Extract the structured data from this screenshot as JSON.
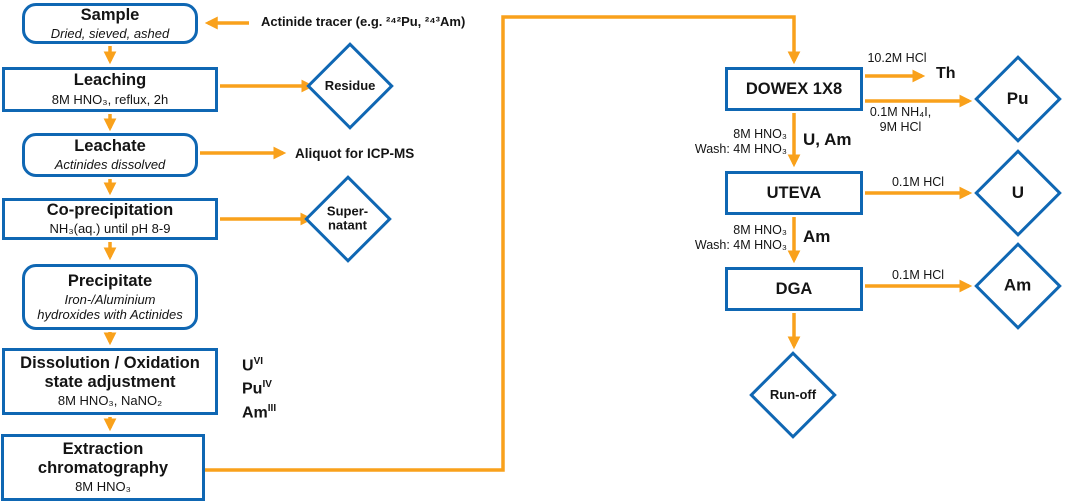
{
  "colors": {
    "border_blue": "#0f67b3",
    "arrow_orange": "#f9a11b",
    "text": "#141414"
  },
  "boxes": {
    "sample": {
      "title": "Sample",
      "subtitle": "Dried, sieved, ashed"
    },
    "leaching": {
      "title": "Leaching",
      "subtitle": "8M HNO₃, reflux, 2h"
    },
    "leachate": {
      "title": "Leachate",
      "subtitle": "Actinides dissolved"
    },
    "coprecipitation": {
      "title": "Co-precipitation",
      "subtitle": "NH₃(aq.) until pH 8-9"
    },
    "precipitate": {
      "title": "Precipitate",
      "subtitle_line1": "Iron-/Aluminium",
      "subtitle_line2": "hydroxides with Actinides"
    },
    "dissolution": {
      "title_line1": "Dissolution / Oxidation",
      "title_line2": "state adjustment",
      "subtitle": "8M HNO₃, NaNO₂"
    },
    "extraction": {
      "title_line1": "Extraction",
      "title_line2": "chromatography",
      "subtitle": "8M HNO₃"
    },
    "dowex": {
      "title": "DOWEX 1X8"
    },
    "uteva": {
      "title": "UTEVA"
    },
    "dga": {
      "title": "DGA"
    }
  },
  "diamonds": {
    "residue": {
      "label": "Residue"
    },
    "supernatant": {
      "line1": "Super-",
      "line2": "natant"
    },
    "pu": {
      "label": "Pu"
    },
    "u": {
      "label": "U"
    },
    "am": {
      "label": "Am"
    },
    "runoff": {
      "label": "Run-off"
    }
  },
  "annotations": {
    "tracer": "Actinide tracer (e.g. ²⁴²Pu, ²⁴³Am)",
    "aliquot": "Aliquot for ICP-MS",
    "oxidation_states": [
      {
        "el": "U",
        "ox": "VI"
      },
      {
        "el": "Pu",
        "ox": "IV"
      },
      {
        "el": "Am",
        "ox": "III"
      }
    ]
  },
  "flow_labels": {
    "th_eluent": "10.2M HCl",
    "th_product": "Th",
    "pu_eluent_line1": "0.1M NH₄I,",
    "pu_eluent_line2": "9M HCl",
    "dowex_load_line1": "8M HNO₃",
    "dowex_load_line2": "Wash: 4M HNO₃",
    "dowex_out": "U, Am",
    "uteva_eluent": "0.1M HCl",
    "uteva_load_line1": "8M HNO₃",
    "uteva_load_line2": "Wash: 4M HNO₃",
    "uteva_out": "Am",
    "dga_eluent": "0.1M HCl"
  }
}
